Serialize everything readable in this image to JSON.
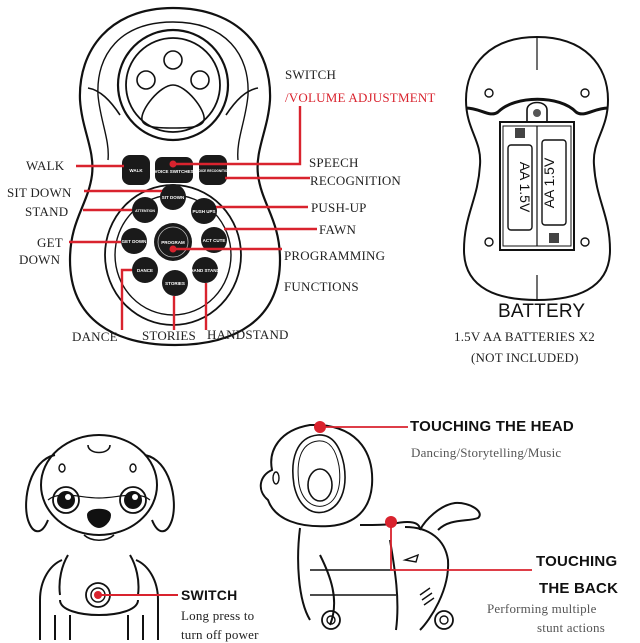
{
  "remote": {
    "buttons": {
      "walk": "WALK",
      "voice_switches": "VOICE SWITCHES",
      "voice_recognition": "VOICE RECOGNITION",
      "sit_down": "SIT DOWN",
      "attention": "ATTENTION",
      "push_ups": "PUSH UPS",
      "get_down": "GET DOWN",
      "program": "PROGRAM",
      "act_cute": "ACT CUTE",
      "dance": "DANCE",
      "stories": "STORIES",
      "hand_stand": "HAND STAND"
    },
    "labels": {
      "switch": "SWITCH",
      "volume": "/VOLUME ADJUSTMENT",
      "walk": "WALK",
      "speech": "SPEECH",
      "recognition": "RECOGNITION",
      "sit_down": "SIT DOWN",
      "stand": "STAND",
      "push_up": "PUSH-UP",
      "get": "GET",
      "down": "DOWN",
      "fawn": "FAWN",
      "programming": "PROGRAMMING",
      "functions": "FUNCTIONS",
      "dance": "DANCE",
      "stories": "STORIES",
      "handstand": "HANDSTAND"
    }
  },
  "battery": {
    "title": "BATTERY",
    "spec": "1.5V AA BATTERIES X2",
    "note": "(NOT INCLUDED)",
    "cell_label": "AA 1.5V"
  },
  "robot": {
    "switch_title": "SWITCH",
    "switch_desc_1": "Long press to",
    "switch_desc_2": "turn off power",
    "head_title": "TOUCHING THE HEAD",
    "head_desc": "Dancing/Storytelling/Music",
    "back_title_1": "TOUCHING",
    "back_title_2": "THE BACK",
    "back_desc_1": "Performing multiple",
    "back_desc_2": "stunt actions"
  },
  "colors": {
    "accent": "#d9232e",
    "ink": "#111111"
  }
}
